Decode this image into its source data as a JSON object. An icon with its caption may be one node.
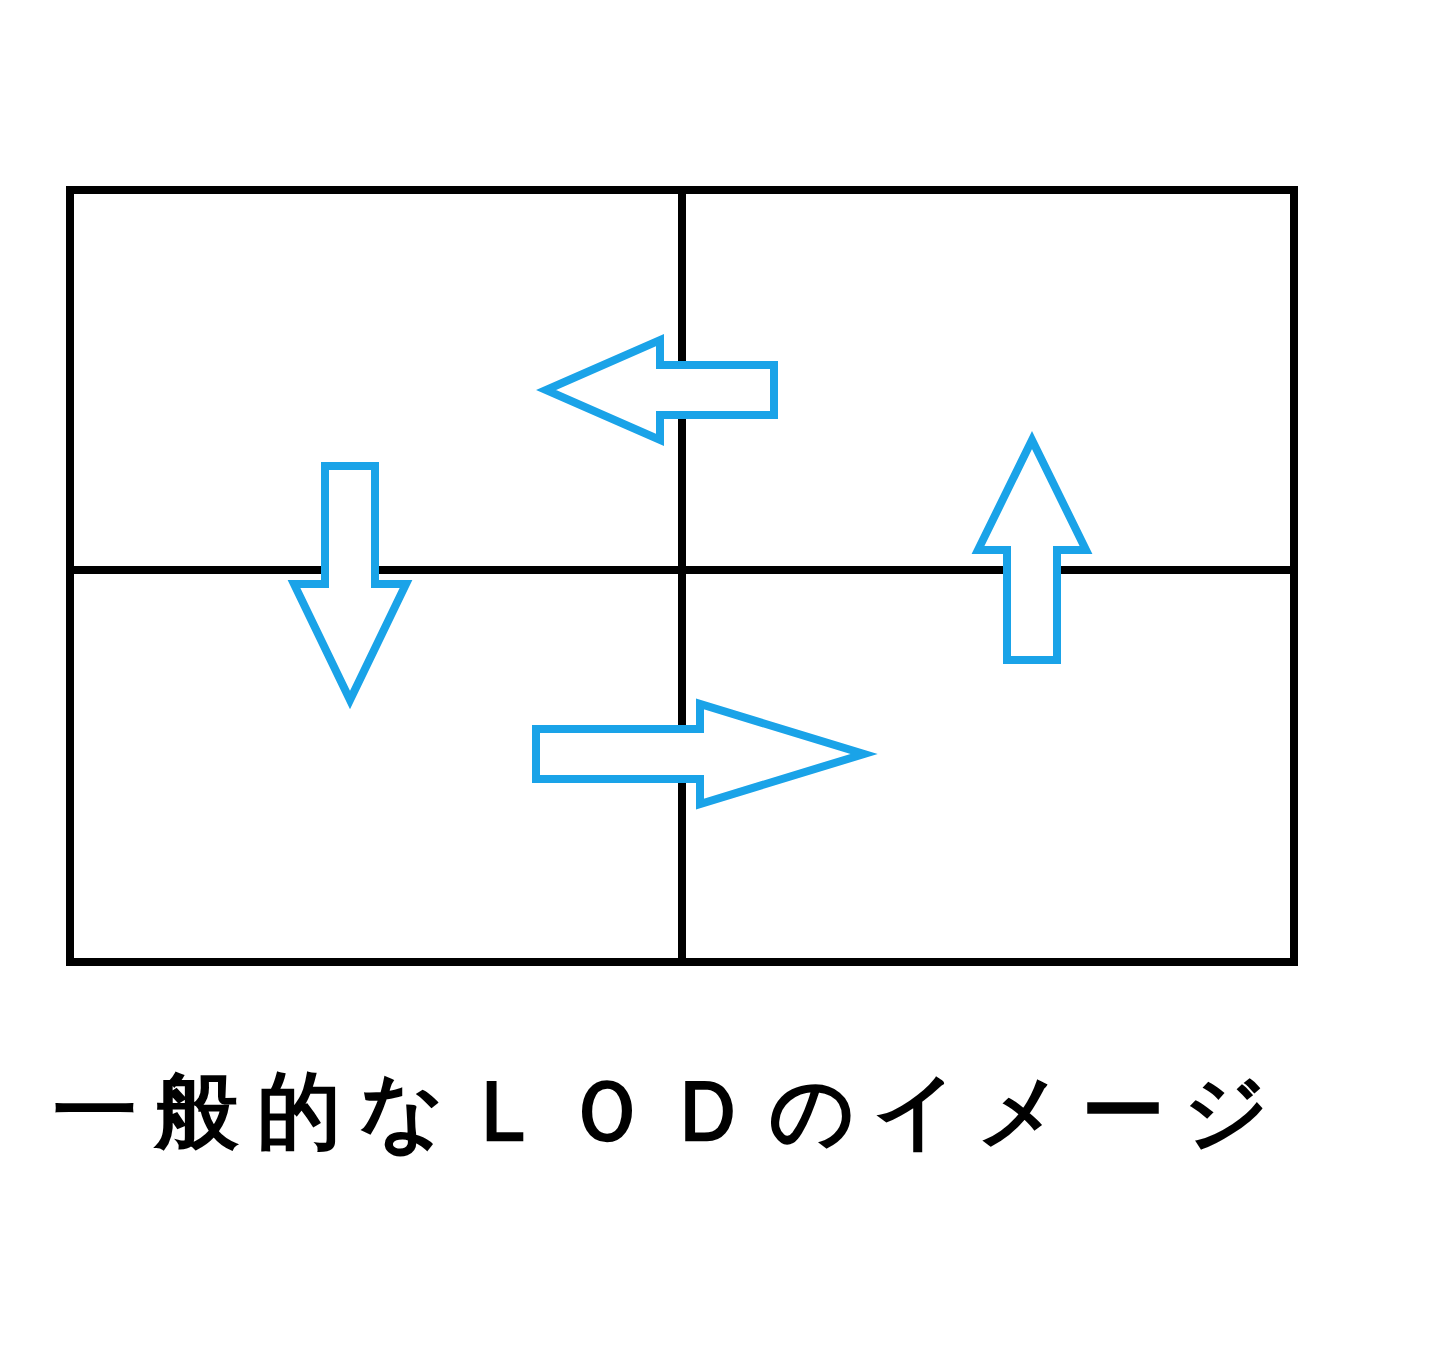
{
  "diagram": {
    "caption": "一般的なＬＯＤのイメージ",
    "nodes": [
      {
        "text": [],
        "shape": "box"
      },
      {
        "text": [],
        "shape": "box"
      },
      {
        "text": [],
        "shape": "box"
      },
      {
        "text": [],
        "shape": "box"
      }
    ],
    "edges": [
      {
        "from": 1,
        "to": 0,
        "arrow": "to"
      },
      {
        "from": 0,
        "to": 2,
        "arrow": "to"
      },
      {
        "from": 2,
        "to": 3,
        "arrow": "to"
      },
      {
        "from": 3,
        "to": 1,
        "arrow": "to"
      }
    ]
  }
}
